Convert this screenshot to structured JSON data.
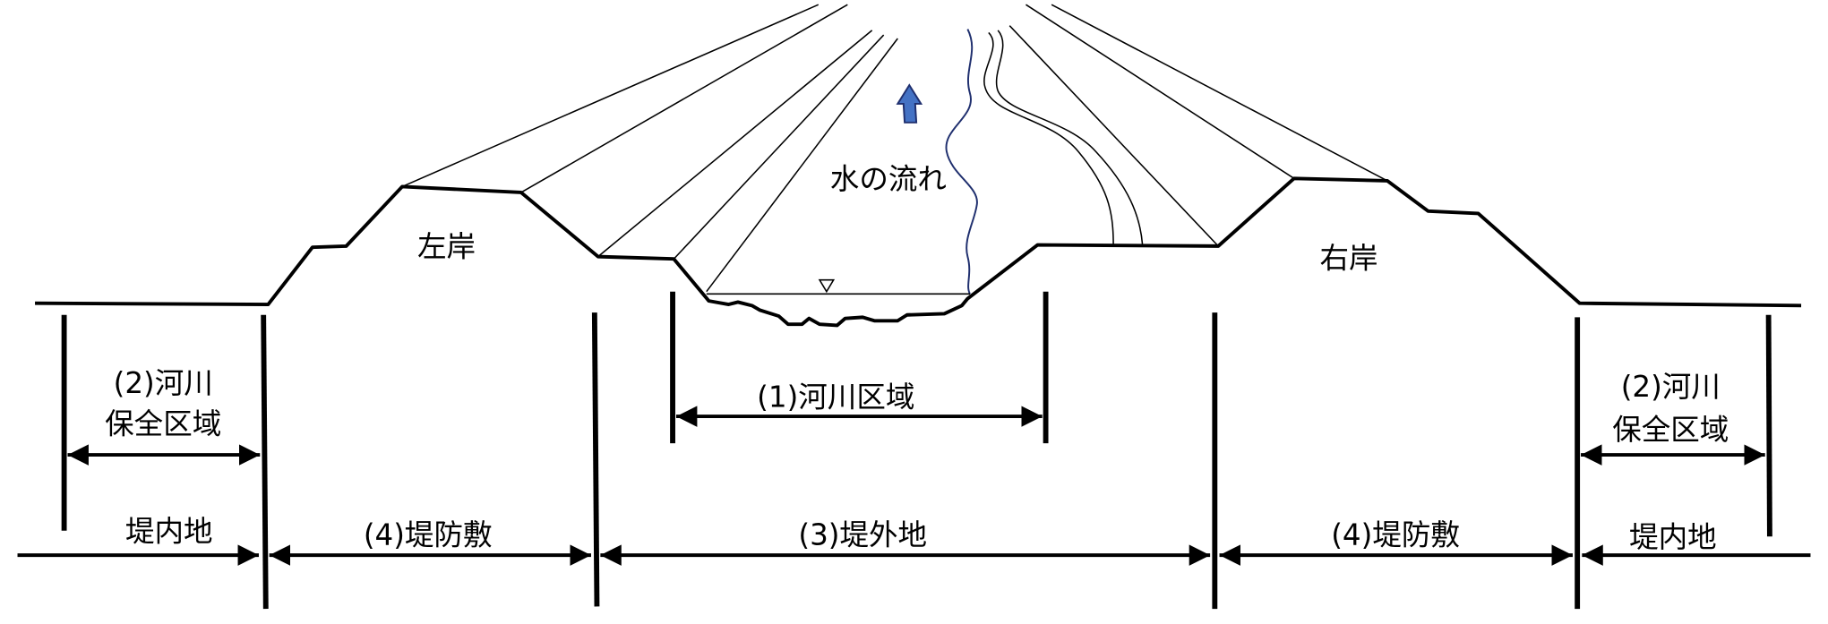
{
  "labels": {
    "left_bank": "左岸",
    "right_bank": "右岸",
    "water_flow": "水の流れ",
    "river_area": "(1)河川区域",
    "preservation_left_1": "(2)河川",
    "preservation_left_2": "保全区域",
    "preservation_right_1": "(2)河川",
    "preservation_right_2": "保全区域",
    "inland_left": "堤内地",
    "inland_right": "堤内地",
    "levee_left": "(4)堤防敷",
    "levee_right": "(4)堤防敷",
    "riverside_land": "(3)堤外地"
  },
  "colors": {
    "line": "#000000",
    "river": "#1f2f6e",
    "flow_arrow": "#4472c4"
  },
  "icons": {
    "flow_arrow": "arrow-up-icon",
    "water_level": "triangle-down-icon"
  }
}
